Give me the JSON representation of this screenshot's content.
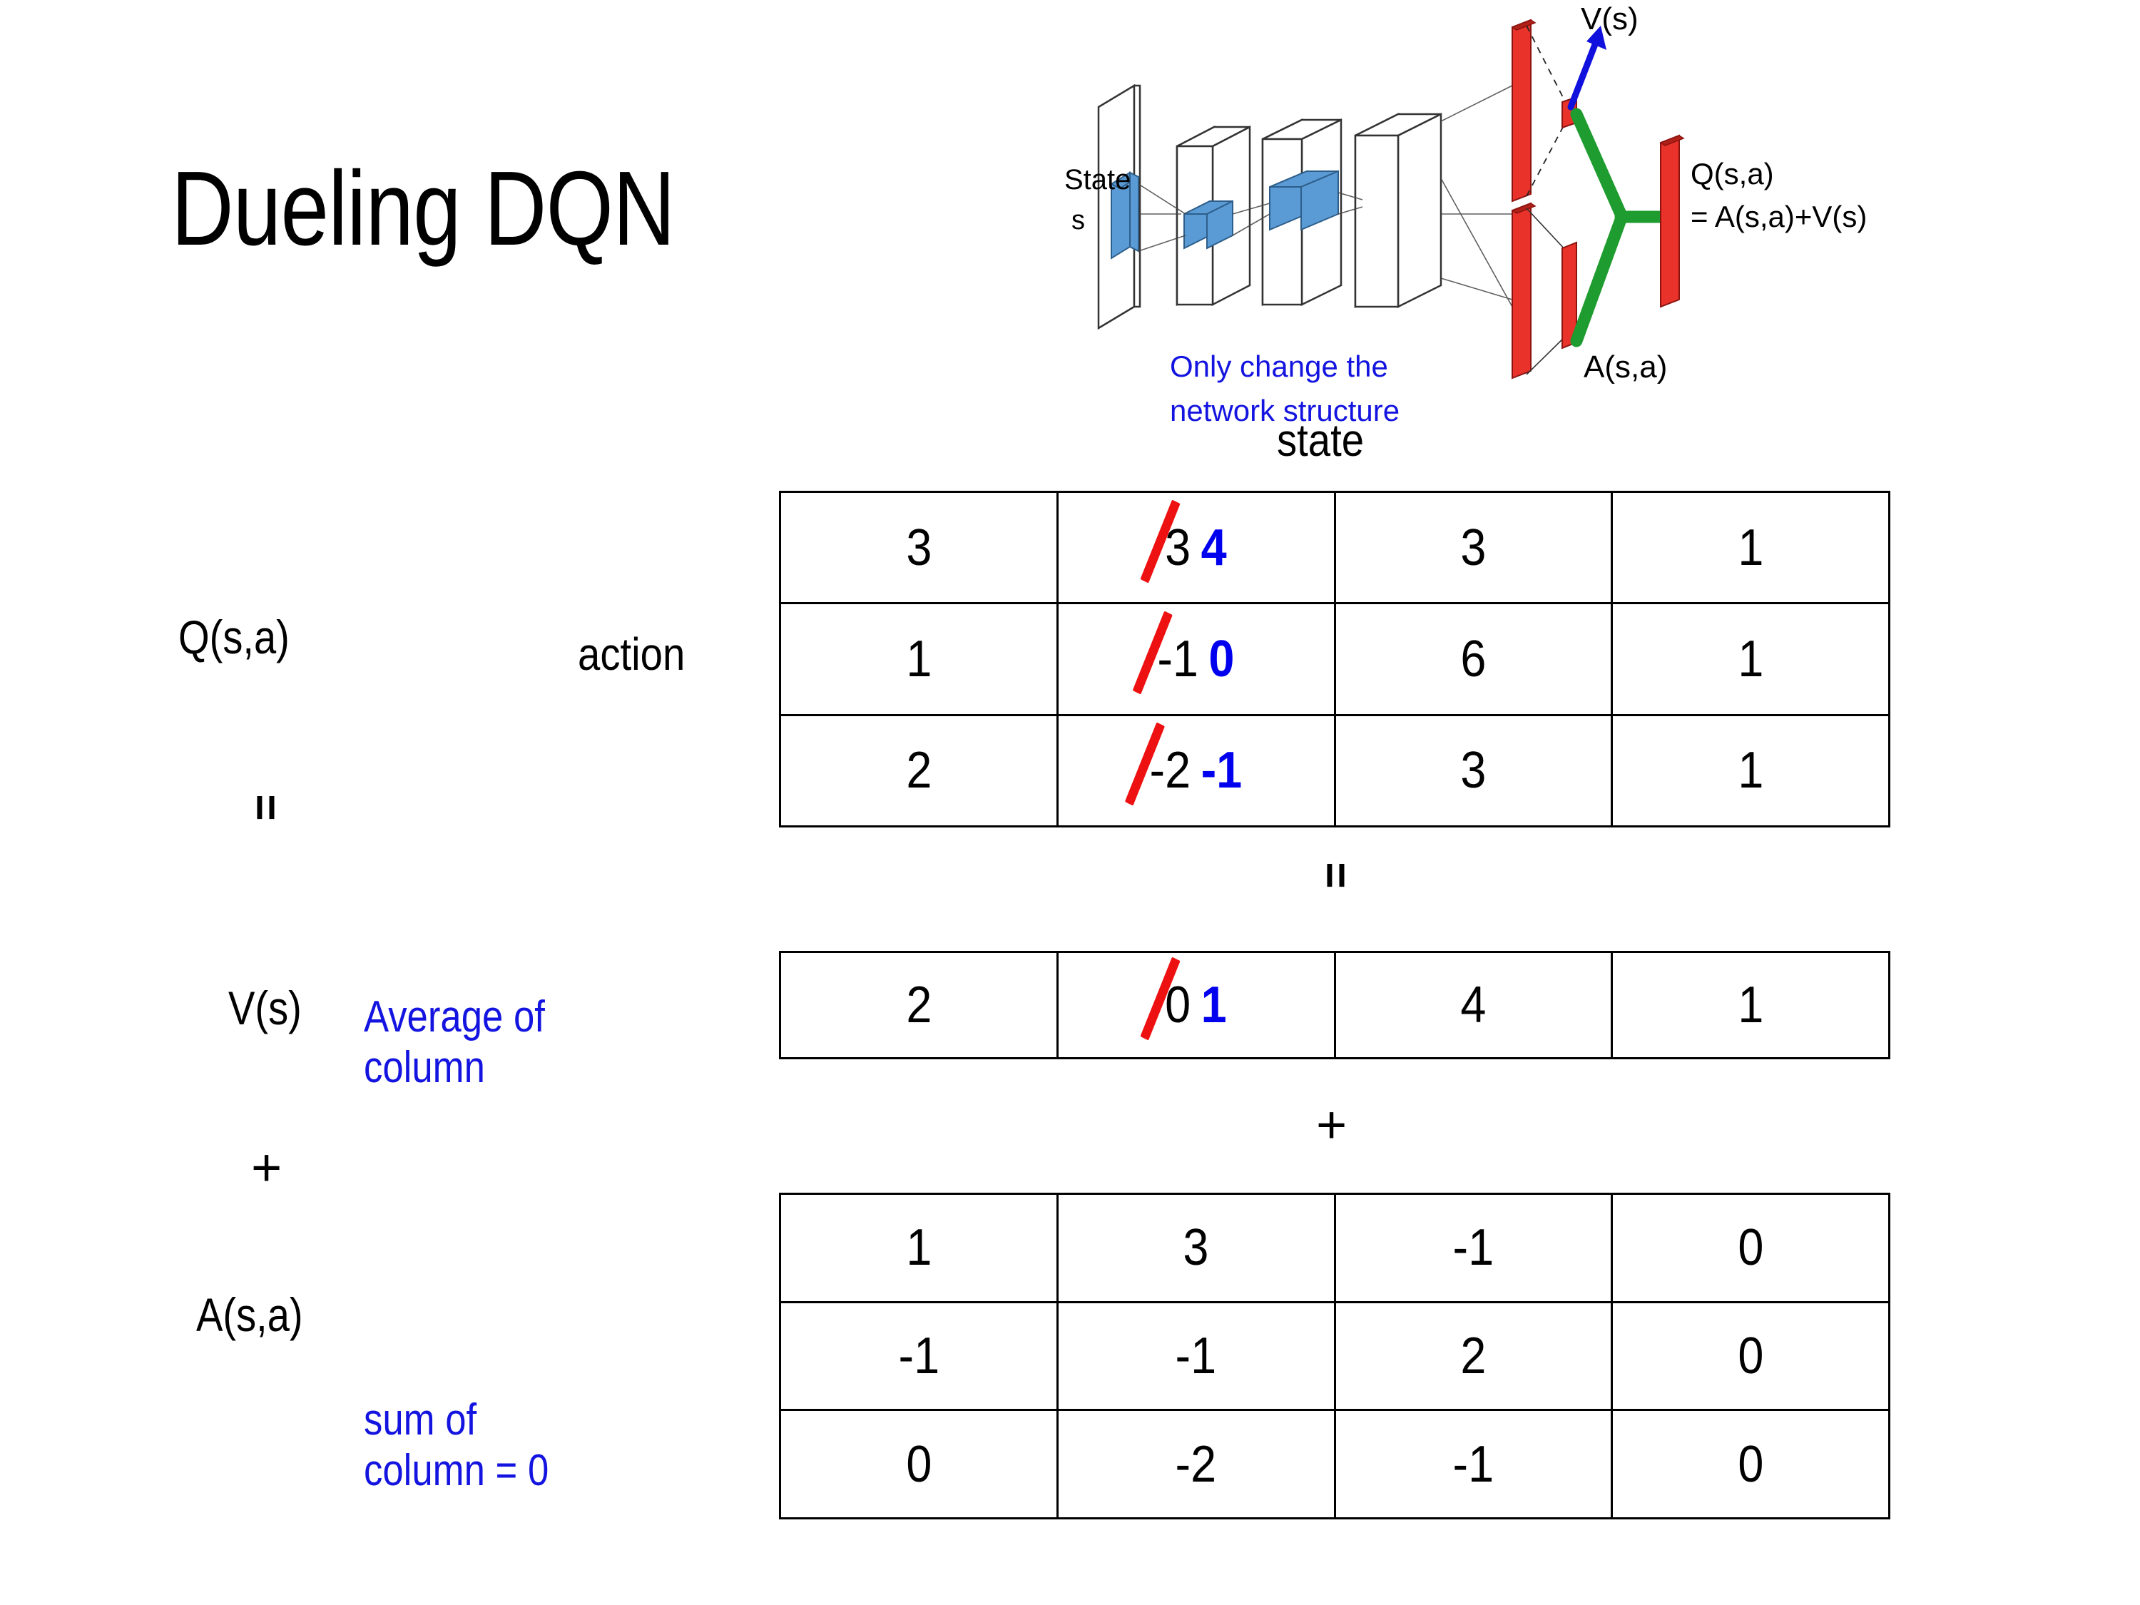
{
  "slide": {
    "title": "Dueling DQN",
    "background": "#ffffff",
    "accent_blue": "#1414e0",
    "value_blue": "#0000ee",
    "strike_red": "#ee1111"
  },
  "diagram": {
    "state_label": "State",
    "state_sublabel": "s",
    "note_line1": "Only change the",
    "note_line2": "network structure",
    "v_label": "V(s)",
    "a_label": "A(s,a)",
    "q_label_line1": "Q(s,a)",
    "q_label_line2": "= A(s,a)+V(s)",
    "colors": {
      "input_cube": "#5b9bd5",
      "output_bar": "#e8322a",
      "merge_arm": "#1f9c2f",
      "v_arrow": "#1111dd",
      "note_text": "#1414e0"
    }
  },
  "labels": {
    "state_header": "state",
    "action": "action",
    "q_row": "Q(s,a)",
    "v_row": "V(s)",
    "a_row": "A(s,a)",
    "equals_q_to_sum": "=",
    "equals_table_to_sum": "=",
    "plus_left": "+",
    "plus_tables": "+",
    "note_v_line1": "Average of",
    "note_v_line2": "column",
    "note_a_line1": "sum of",
    "note_a_line2": "column = 0"
  },
  "chart_data": {
    "type": "table",
    "title": "Dueling DQN: Q(s,a) = V(s) + A(s,a)",
    "column_axis": "state",
    "row_axis": "action",
    "n_states": 4,
    "n_actions": 3,
    "tables": [
      {
        "name": "Q(s,a)",
        "rows": [
          [
            {
              "value": "3"
            },
            {
              "value": "3",
              "replaced_by": "4",
              "struck": true
            },
            {
              "value": "3"
            },
            {
              "value": "1"
            }
          ],
          [
            {
              "value": "1"
            },
            {
              "value": "-1",
              "replaced_by": "0",
              "struck": true
            },
            {
              "value": "6"
            },
            {
              "value": "1"
            }
          ],
          [
            {
              "value": "2"
            },
            {
              "value": "-2",
              "replaced_by": "-1",
              "struck": true
            },
            {
              "value": "3"
            },
            {
              "value": "1"
            }
          ]
        ]
      },
      {
        "name": "V(s)",
        "rows": [
          [
            {
              "value": "2"
            },
            {
              "value": "0",
              "replaced_by": "1",
              "struck": true
            },
            {
              "value": "4"
            },
            {
              "value": "1"
            }
          ]
        ]
      },
      {
        "name": "A(s,a)",
        "rows": [
          [
            {
              "value": "1"
            },
            {
              "value": "3"
            },
            {
              "value": "-1"
            },
            {
              "value": "0"
            }
          ],
          [
            {
              "value": "-1"
            },
            {
              "value": "-1"
            },
            {
              "value": "2"
            },
            {
              "value": "0"
            }
          ],
          [
            {
              "value": "0"
            },
            {
              "value": "-2"
            },
            {
              "value": "-1"
            },
            {
              "value": "0"
            }
          ]
        ]
      }
    ]
  }
}
